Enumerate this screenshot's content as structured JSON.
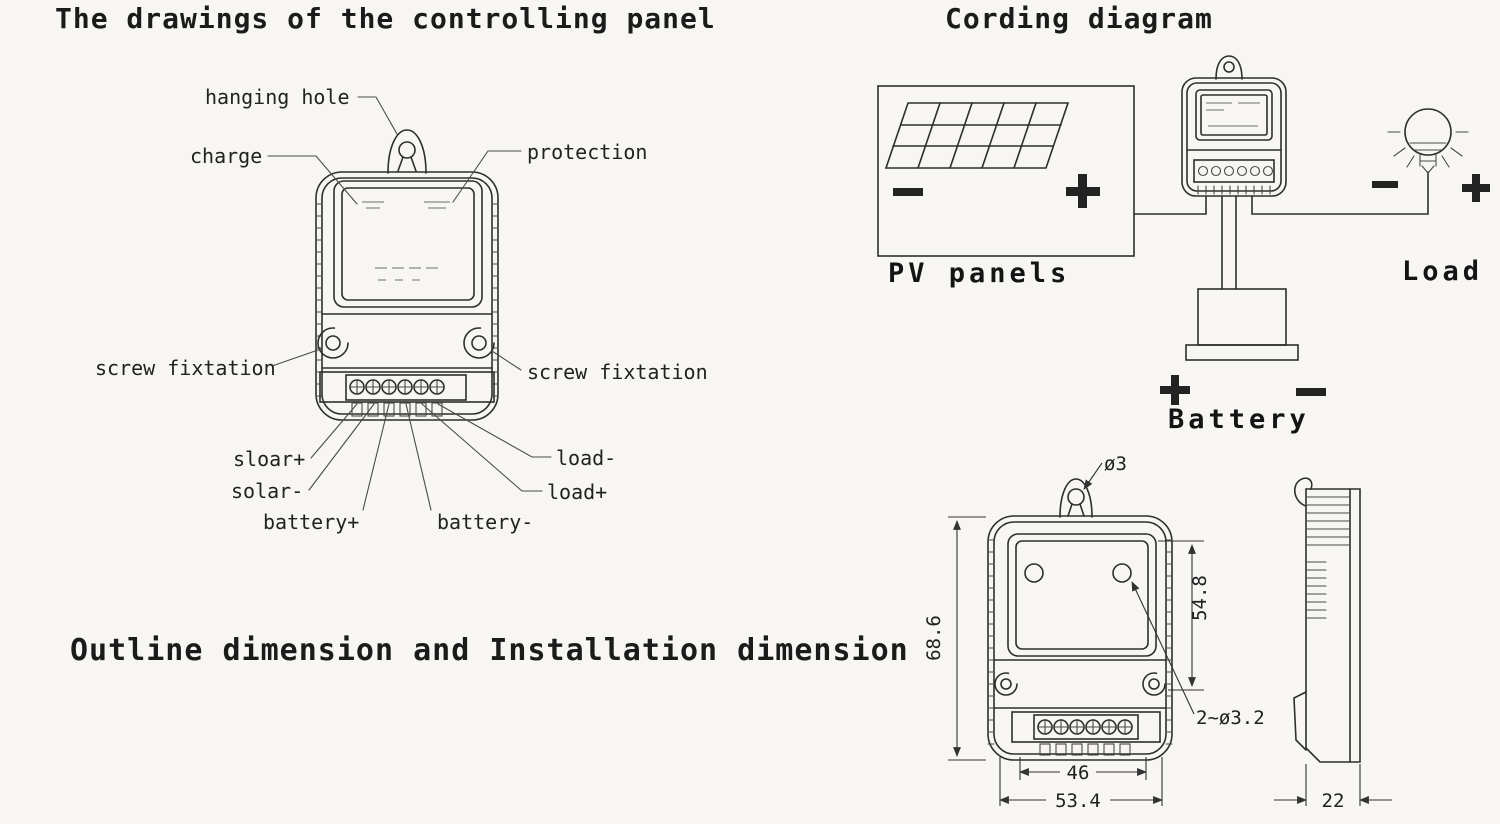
{
  "page": {
    "paper_color": "#f7f6f3",
    "ink_color": "#2e2e2e"
  },
  "sections": {
    "panel": {
      "title": "The drawings of the controlling panel"
    },
    "cording": {
      "title": "Cording diagram"
    },
    "outline": {
      "title": "Outline dimension and Installation dimension"
    }
  },
  "panel_labels": {
    "hanging_hole": "hanging hole",
    "charge": "charge",
    "protection": "protection",
    "screw_fixtation_left": "screw fixtation",
    "screw_fixtation_right": "screw fixtation",
    "solar_plus": "sloar+",
    "solar_minus": "solar-",
    "battery_plus": "battery+",
    "battery_minus": "battery-",
    "load_minus": "load-",
    "load_plus": "load+"
  },
  "cording_labels": {
    "pv_panels": "PV panels",
    "load": "Load",
    "battery": "Battery"
  },
  "dimensions": {
    "hanging_hole_dia": "ø3",
    "body_height": "68.6",
    "screen_height": "54.8",
    "mount_holes": "2~ø3.2",
    "terminal_width": "46",
    "body_width": "53.4",
    "depth": "22"
  }
}
